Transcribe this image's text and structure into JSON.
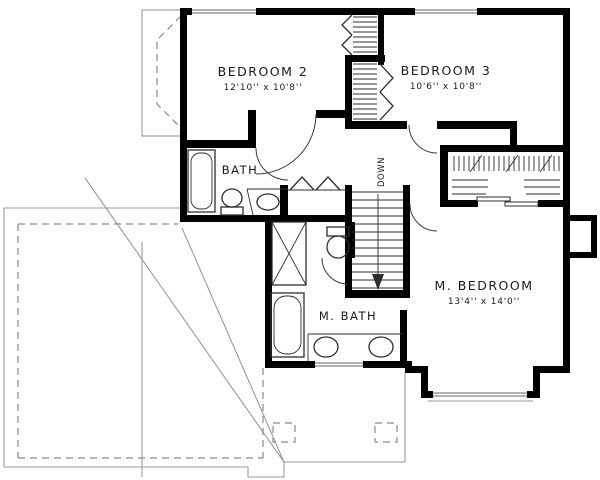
{
  "rooms": {
    "bedroom2": {
      "label": "BEDROOM 2",
      "dims": "12'10'' x 10'8''"
    },
    "bedroom3": {
      "label": "BEDROOM 3",
      "dims": "10'6'' x 10'8''"
    },
    "bath": {
      "label": "BATH"
    },
    "master_bath": {
      "label": "M. BATH"
    },
    "master_bedroom": {
      "label": "M. BEDROOM",
      "dims": "13'4'' x 14'0''"
    }
  },
  "stairs": {
    "label": "DOWN",
    "direction": "down"
  },
  "fixtures": {
    "bath": [
      "bathtub",
      "toilet",
      "sink-vanity"
    ],
    "master_bath": [
      "shower-stall",
      "toilet",
      "bathtub",
      "double-vanity",
      "window"
    ],
    "master_bedroom": [
      "closet-hanging-rods",
      "bypass-closet-doors",
      "bay-window",
      "chimney-chase"
    ],
    "bedroom2": [
      "bifold-closet",
      "window",
      "bay-projection"
    ],
    "bedroom3": [
      "bifold-closet",
      "window"
    ],
    "hall": [
      "linen-closet-bifold"
    ],
    "below_floor": [
      "garage-dashed-outline",
      "roof-lines",
      "skylight-squares"
    ]
  },
  "colors": {
    "walls": "#000000",
    "fixture_line": "#2e2e2e",
    "door_line": "#3a3a3a",
    "window_line": "#9a9a9a",
    "roof_line": "#9a9a9a",
    "dashed_line": "#8a8a8a",
    "text": "#1b1b1b",
    "background": "#ffffff"
  }
}
